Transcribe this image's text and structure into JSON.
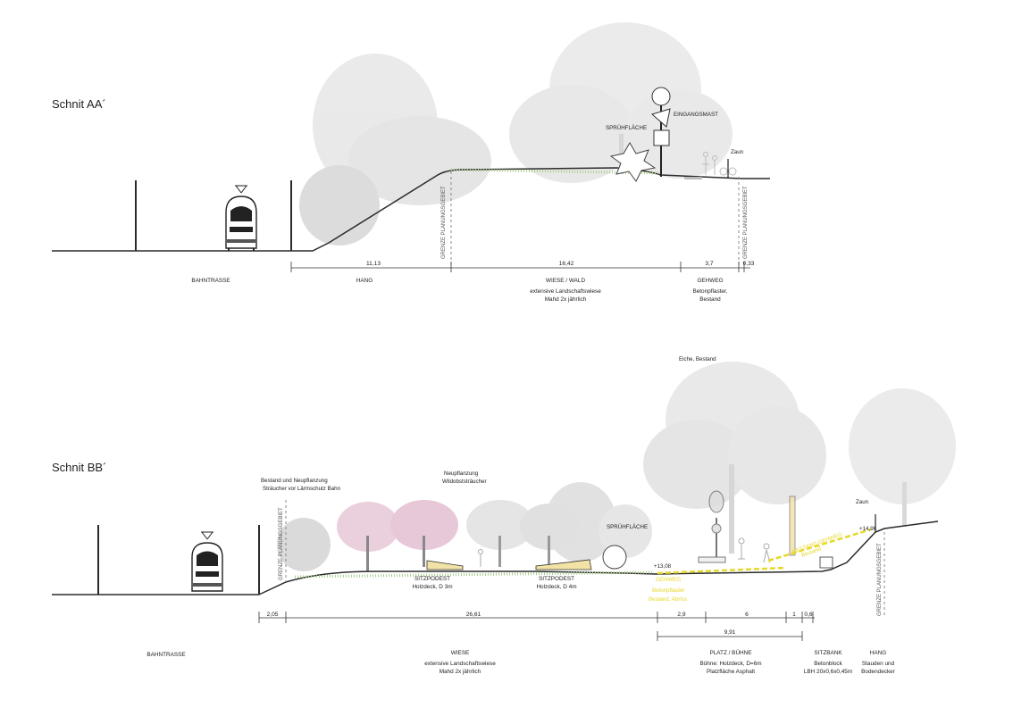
{
  "sections": {
    "aa": {
      "title": "Schnit AA´",
      "annotations": {
        "spray": "SPRÜHFLÄCHE",
        "mast": "EINGANGSMAST",
        "fence": "Zaun"
      },
      "boundary_label": "GRENZE PLANUNGSGEBIET",
      "dims": [
        "11,13",
        "16,42",
        "3,7",
        "0,33"
      ],
      "zones": [
        {
          "name": "BAHNTRASSE",
          "desc": []
        },
        {
          "name": "HANG",
          "desc": []
        },
        {
          "name": "WIESE / WALD",
          "desc": [
            "extensive Landschaftswiese",
            "Mahd 2x jährlich"
          ]
        },
        {
          "name": "GEHWEG",
          "desc": [
            "Betonpflaster,",
            "Bestand"
          ]
        }
      ]
    },
    "bb": {
      "title": "Schnit BB´",
      "annotations": {
        "oak": "Eiche, Bestand",
        "shrubs_existing": [
          "Bestand und Neupflanzung",
          "Sträucher vor Lärmschutz Bahn"
        ],
        "shrubs_new": [
          "Neupflanzung",
          "Wildobststräucher"
        ],
        "spray": "SPRÜHFLÄCHE",
        "fence": "Zaun",
        "level_left": "+13,08",
        "level_right": "+14,96",
        "seat1": [
          "SITZPODEST",
          "Holzdeck, D 3m"
        ],
        "seat2": [
          "SITZPODEST",
          "Holzdeck, D 4m"
        ],
        "sidewalk_yellow": [
          "GEHWEG",
          "Betonpflaster",
          "Bestand, Abriss"
        ],
        "slope_yellow": [
          "BESTAND GEHWEG",
          "Betonpflaster",
          "Bestand"
        ]
      },
      "boundary_label": "GRENZE PLANUNGSGEBIET",
      "dims": [
        "2,05",
        "26,61",
        "2,9",
        "6",
        "1",
        "0,6",
        "9,91"
      ],
      "zones": [
        {
          "name": "BAHNTRASSE",
          "desc": []
        },
        {
          "name": "WIESE",
          "desc": [
            "extensive Landschaftswiese",
            "Mahd 2x jährlich"
          ]
        },
        {
          "name": "PLATZ / BÜHNE",
          "desc": [
            "Bühne: Holzdeck,  D=6m",
            "Platzfläche Asphalt"
          ]
        },
        {
          "name": "SITZBANK",
          "desc": [
            "Betonblock",
            "LBH 20x0,6x0,45m"
          ]
        },
        {
          "name": "HANG",
          "desc": [
            "Stauden und",
            "Bodendecker"
          ]
        }
      ]
    }
  },
  "colors": {
    "ground": "#2a2a2a",
    "grass": "#a8cf8c",
    "tree_gray": "#d9d9d9",
    "blossom": "#e8c6d8",
    "highlight": "#e6d82a",
    "deck": "#f3e2a6"
  }
}
